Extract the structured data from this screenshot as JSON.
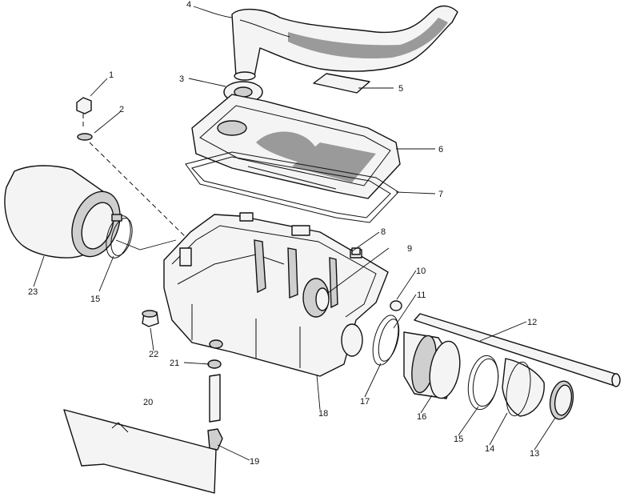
{
  "callouts": [
    "1",
    "2",
    "3",
    "4",
    "5",
    "6",
    "7",
    "8",
    "9",
    "10",
    "11",
    "12",
    "13",
    "14",
    "15",
    "15",
    "16",
    "17",
    "18",
    "19",
    "20",
    "21",
    "22",
    "23"
  ]
}
